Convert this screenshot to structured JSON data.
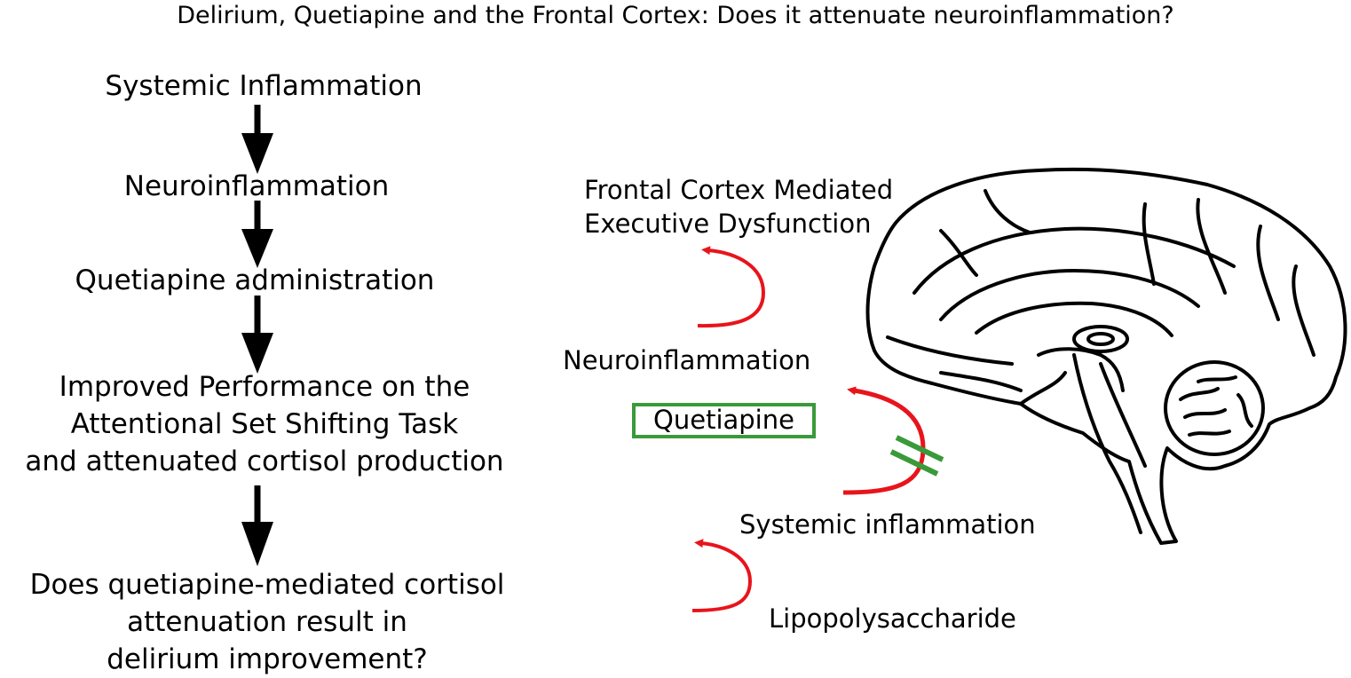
{
  "title": "Delirium, Quetiapine and the Frontal Cortex: Does it attenuate neuroinflammation?",
  "flow": {
    "step1": "Systemic Inflammation",
    "step2": "Neuroinflammation",
    "step3": "Quetiapine administration",
    "step4": [
      "Improved Performance on the",
      "Attentional Set Shifting Task",
      "and attenuated cortisol production"
    ],
    "step5": [
      "Does quetiapine-mediated cortisol",
      "attenuation result in",
      "delirium improvement?"
    ]
  },
  "brain_panel": {
    "outcome": [
      "Frontal Cortex Mediated",
      "Executive Dysfunction"
    ],
    "neuroinflammation": "Neuroinflammation",
    "drug": "Quetiapine",
    "systemic": "Systemic inflammation",
    "trigger": "Lipopolysaccharide"
  },
  "colors": {
    "arrow_black": "#000000",
    "arrow_red": "#e8141b",
    "drug_green": "#3a9a3a"
  }
}
